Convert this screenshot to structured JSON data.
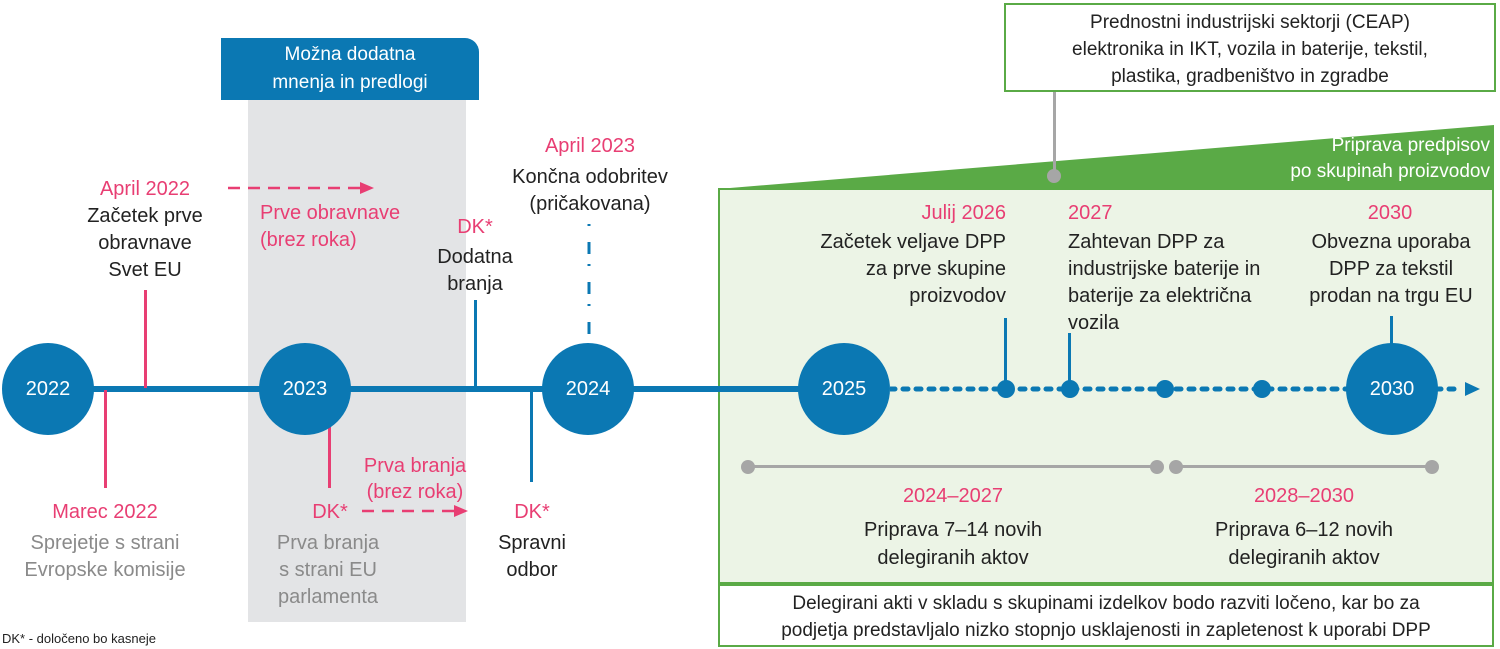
{
  "colors": {
    "blue": "#0b78b3",
    "pink": "#e83e73",
    "green": "#5aaa46",
    "green_fill": "#ecf4e6",
    "grey_band": "#e3e4e6",
    "grey_line": "#a6a6a6"
  },
  "years": [
    "2022",
    "2023",
    "2024",
    "2025",
    "2030"
  ],
  "optional_box": {
    "text": "Možna dodatna\nmnenja in predlogi"
  },
  "sectors_box": {
    "text": "Prednostni industrijski sektorji (CEAP)\nelektronika in IKT, vozila in baterije, tekstil,\nplastika, gradbeništvo in zgradbe"
  },
  "prep_label": {
    "text": "Priprava predpisov\npo skupinah proizvodov"
  },
  "events": {
    "april2022": {
      "date": "April 2022",
      "text": "Začetek prve\nobravnave\nSvet EU"
    },
    "first_readings": {
      "text": "Prve obravnave\n(brez roka)"
    },
    "march2022": {
      "date": "Marec 2022",
      "text": "Sprejetje s strani\nEvropske komisije"
    },
    "dk_additional": {
      "date": "DK*",
      "text": "Dodatna\nbranja"
    },
    "dk_first": {
      "date": "DK*",
      "text": "Prva branja\ns strani EU\nparlamenta"
    },
    "first_readings2": {
      "text": "Prva branja\n(brez roka)"
    },
    "april2023": {
      "date": "April 2023",
      "text": "Končna odobritev\n(pričakovana)"
    },
    "dk_conciliation": {
      "date": "DK*",
      "text": "Spravni\nodbor"
    },
    "july2026": {
      "date": "Julij 2026",
      "text": "Začetek veljave DPP\nza prve skupine\nproizvodov"
    },
    "y2027": {
      "date": "2027",
      "text": "Zahtevan DPP za\nindustrijske baterije in\nbaterije za električna\nvozila"
    },
    "y2030": {
      "date": "2030",
      "text": "Obvezna uporaba\nDPP za tekstil\nprodan na trgu EU"
    }
  },
  "periods": [
    {
      "range": "2024–2027",
      "text": "Priprava 7–14 novih\ndelegiranih aktov"
    },
    {
      "range": "2028–2030",
      "text": "Priprava 6–12 novih\ndelegiranih aktov"
    }
  ],
  "bottom_box": {
    "text": "Delegirani akti v skladu s skupinami izdelkov bodo razviti ločeno, kar bo za\npodjetja predstavljalo nizko stopnjo usklajenosti in zapletenost k uporabi DPP"
  },
  "footnote": "DK* - določeno bo kasneje"
}
